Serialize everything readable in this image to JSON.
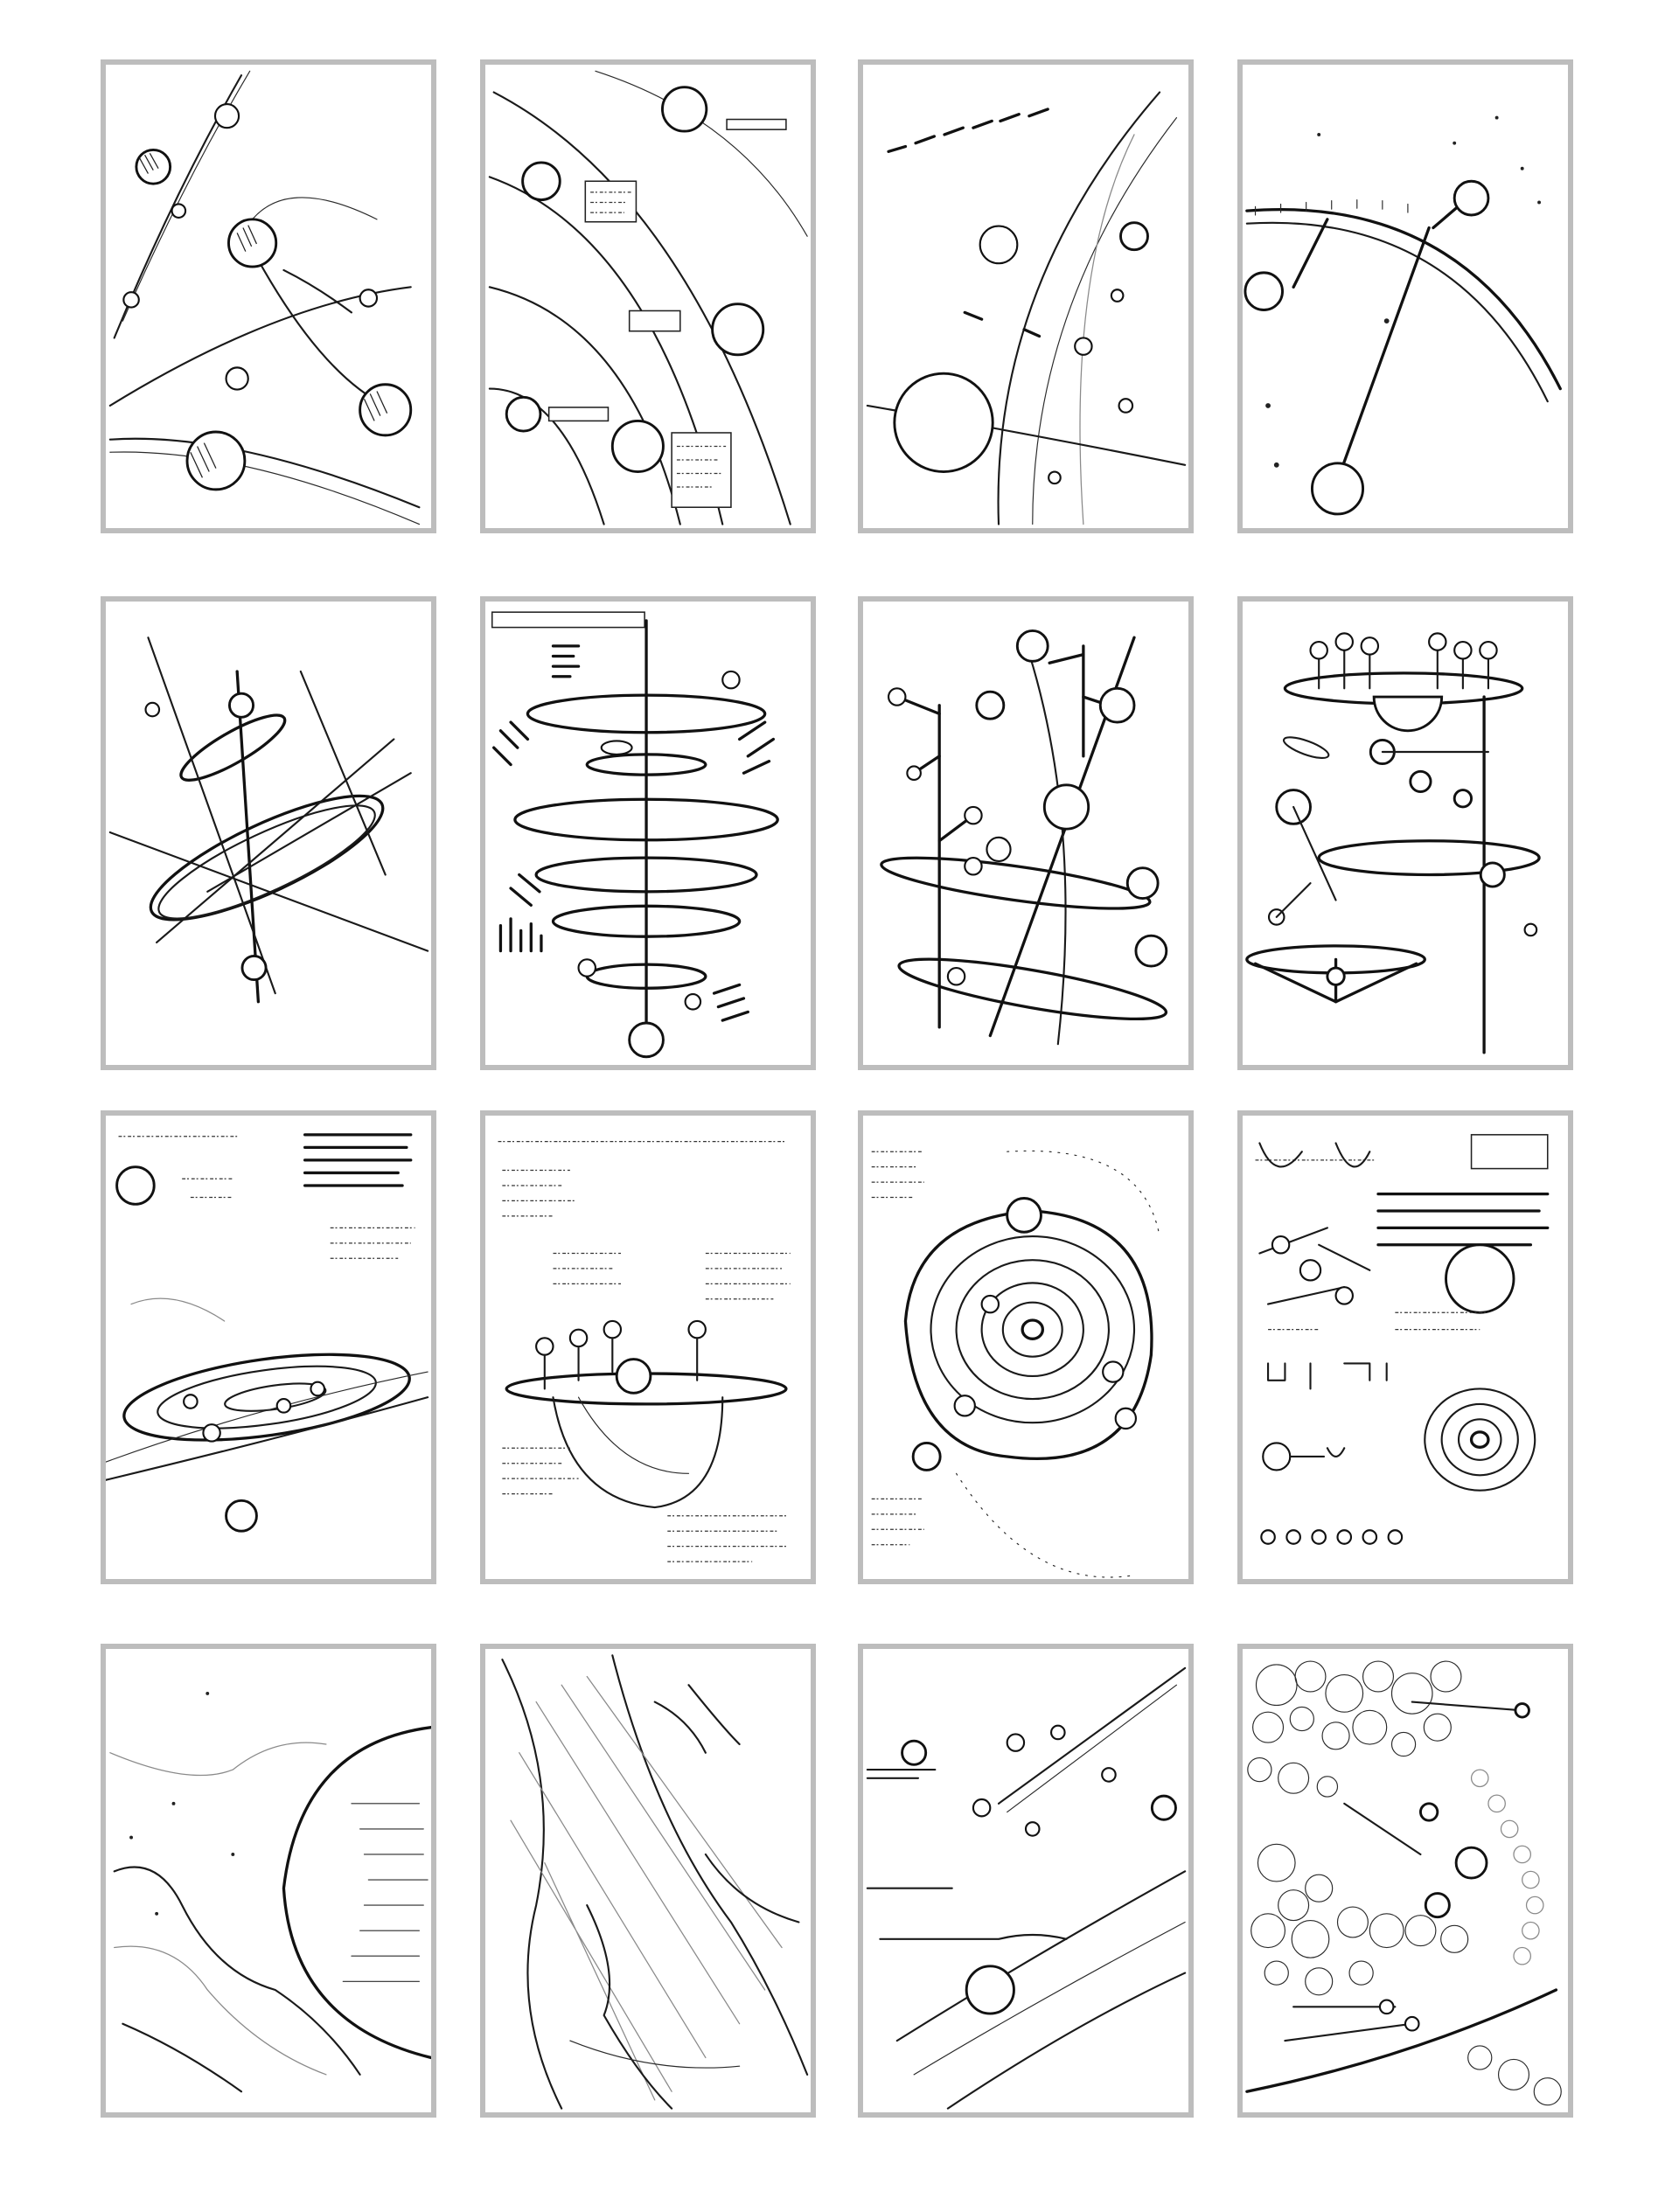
{
  "sheet": {
    "rows": 4,
    "columns": 4,
    "panel_count": 16,
    "border_color": "#bdbdbd",
    "ink_color": "#1a1a1a",
    "background_color": "#ffffff"
  },
  "panels": [
    {
      "id": "panel-1",
      "icon": "orbital-chain-icon"
    },
    {
      "id": "panel-2",
      "icon": "orbits-with-notes-icon"
    },
    {
      "id": "panel-3",
      "icon": "satellite-arc-icon"
    },
    {
      "id": "panel-4",
      "icon": "ring-with-boom-icon"
    },
    {
      "id": "panel-5",
      "icon": "gyroscope-rings-icon"
    },
    {
      "id": "panel-6",
      "icon": "stacked-ring-tower-icon"
    },
    {
      "id": "panel-7",
      "icon": "branching-orrery-icon"
    },
    {
      "id": "panel-8",
      "icon": "tiered-orrery-icon"
    },
    {
      "id": "panel-9",
      "icon": "galaxy-disc-notes-icon"
    },
    {
      "id": "panel-10",
      "icon": "floating-platform-notes-icon"
    },
    {
      "id": "panel-11",
      "icon": "spiral-system-icon"
    },
    {
      "id": "panel-12",
      "icon": "study-sheet-icon"
    },
    {
      "id": "panel-13",
      "icon": "planet-horizon-icon"
    },
    {
      "id": "panel-14",
      "icon": "nebula-streaks-icon"
    },
    {
      "id": "panel-15",
      "icon": "meteor-streaks-icon"
    },
    {
      "id": "panel-16",
      "icon": "bubble-cluster-icon"
    }
  ]
}
